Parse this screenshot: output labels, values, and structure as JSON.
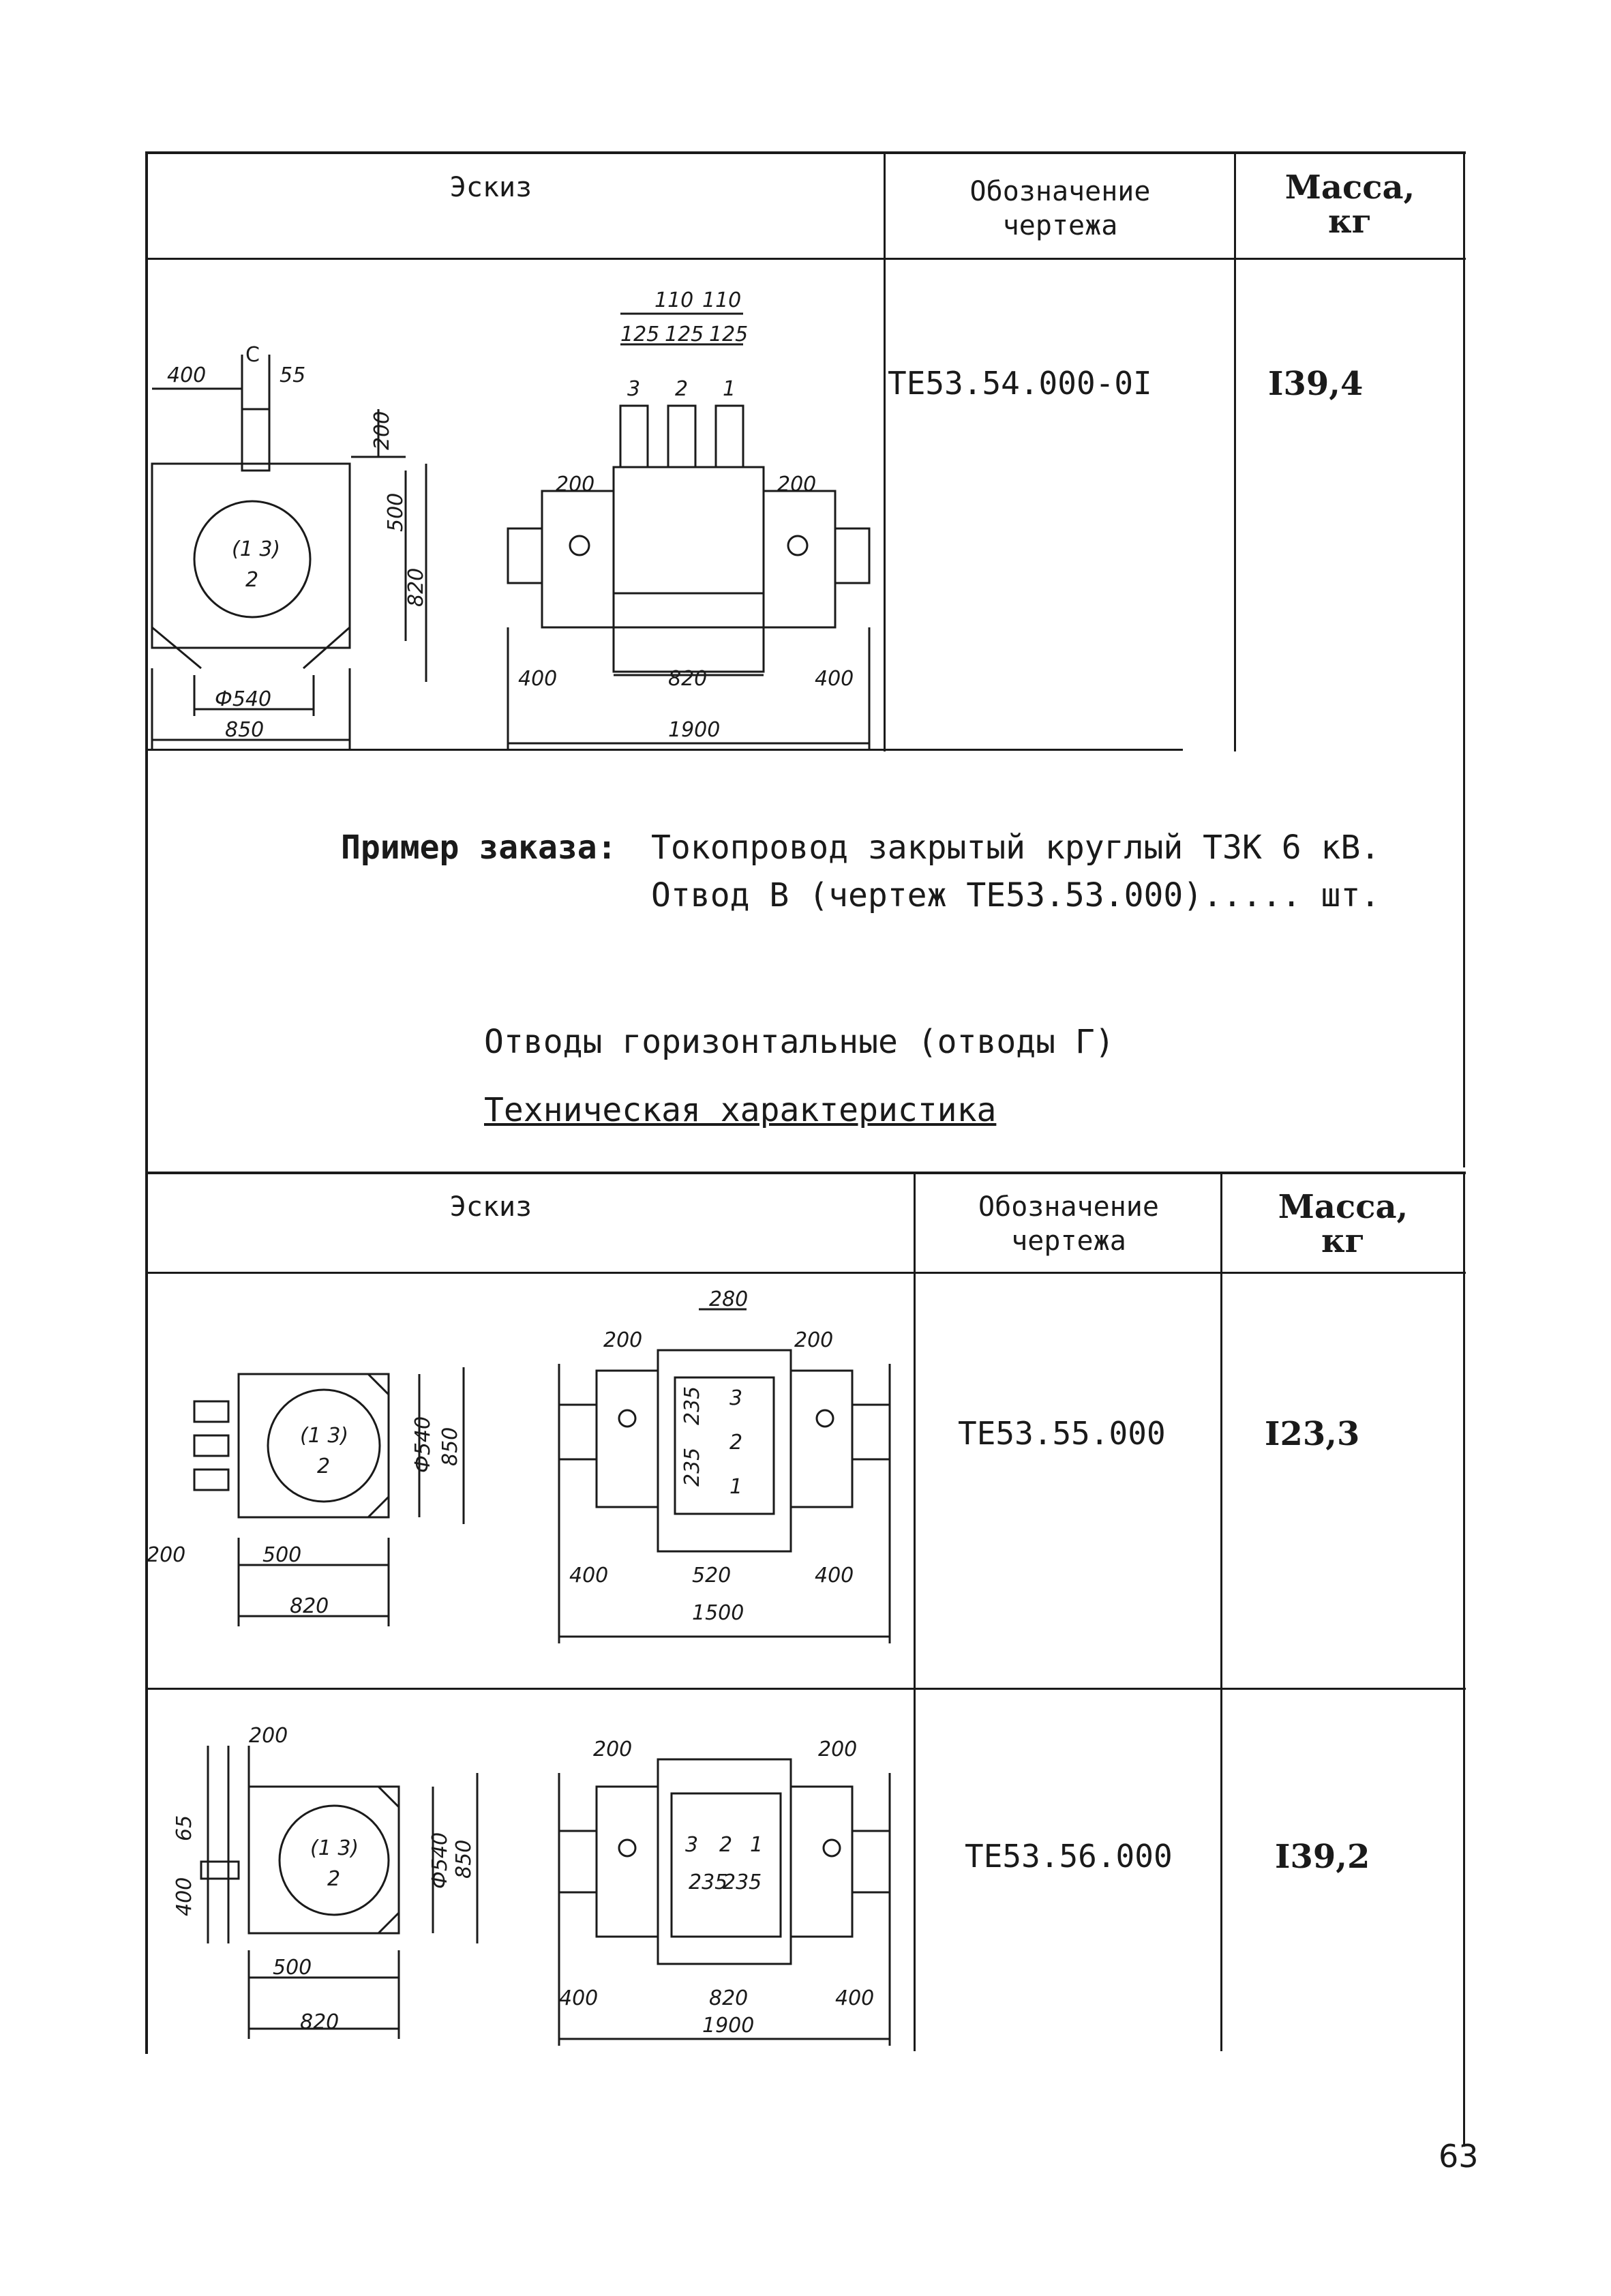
{
  "table1": {
    "headers": {
      "sketch": "Эскиз",
      "designation": "Обозначение\nчертежа",
      "mass": "Масса,\nкг"
    },
    "rows": [
      {
        "designation": "TE53.54.000-0I",
        "mass": "I39,4",
        "dims_side": [
          "400",
          "55",
          "200",
          "500",
          "820",
          "Ф540",
          "850",
          "C"
        ],
        "dims_front": [
          "110",
          "110",
          "125",
          "125",
          "125",
          "3",
          "2",
          "1",
          "200",
          "200",
          "400",
          "820",
          "400",
          "1900"
        ],
        "phase_marks": [
          "1",
          "3",
          "2"
        ]
      }
    ]
  },
  "order_example": {
    "label": "Пример заказа:",
    "line1": "Токопровод закрытый круглый ТЗК 6 кВ.",
    "line2": "Отвод В (чертеж TE53.53.000)..... шт."
  },
  "section": {
    "title": "Отводы горизонтальные (отводы Г)",
    "subtitle": "Техническая характеристика"
  },
  "table2": {
    "headers": {
      "sketch": "Эскиз",
      "designation": "Обозначение\nчертежа",
      "mass": "Масса,\nкг"
    },
    "rows": [
      {
        "designation": "TE53.55.000",
        "mass": "I23,3",
        "dims_side": [
          "200",
          "500",
          "820",
          "Ф540",
          "850"
        ],
        "dims_front": [
          "280",
          "200",
          "200",
          "235",
          "235",
          "3",
          "2",
          "1",
          "400",
          "520",
          "400",
          "1500"
        ],
        "phase_marks": [
          "1",
          "3",
          "2"
        ]
      },
      {
        "designation": "TE53.56.000",
        "mass": "I39,2",
        "dims_side": [
          "200",
          "65",
          "400",
          "500",
          "820",
          "Ф540",
          "850"
        ],
        "dims_front": [
          "200",
          "200",
          "3",
          "2",
          "1",
          "235",
          "235",
          "400",
          "820",
          "400",
          "1900"
        ],
        "phase_marks": [
          "1",
          "3",
          "2"
        ]
      }
    ]
  },
  "page_number": "63"
}
